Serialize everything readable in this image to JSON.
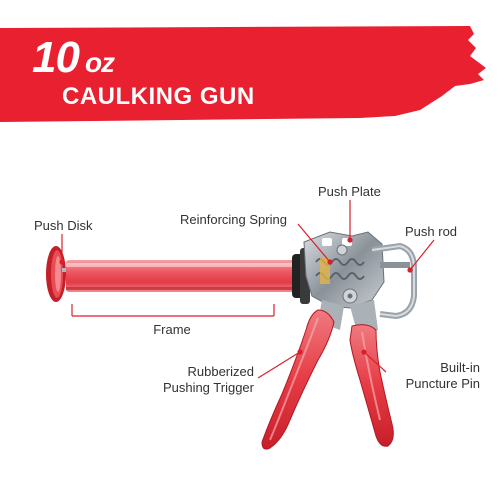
{
  "banner": {
    "title": "10",
    "unit": "oz",
    "subtitle": "CAULKING GUN",
    "color": "#e8202f"
  },
  "product": {
    "icon": "caulking-gun-illustration",
    "body_color": "#e63b45",
    "metal_color": "#9aa2aa"
  },
  "labels": {
    "push_disk": "Push Disk",
    "reinforcing_spring": "Reinforcing Spring",
    "push_plate": "Push Plate",
    "push_rod": "Push rod",
    "frame": "Frame",
    "rubberized_trigger_line1": "Rubberized",
    "rubberized_trigger_line2": "Pushing Trigger",
    "puncture_pin_line1": "Built-in",
    "puncture_pin_line2": "Puncture Pin"
  },
  "callout_color": "#d9202a"
}
